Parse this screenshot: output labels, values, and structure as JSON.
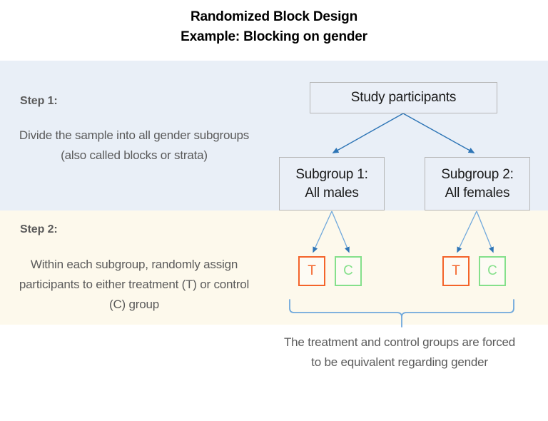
{
  "title": {
    "line1": "Randomized Block Design",
    "line2": "Example: Blocking on gender"
  },
  "steps": [
    {
      "label": "Step 1:",
      "body": "Divide the sample into all gender subgroups (also called blocks or strata)",
      "band_color": "#e9eff7"
    },
    {
      "label": "Step 2:",
      "body": "Within each subgroup, randomly assign participants to either treatment (T) or control (C) group",
      "band_color": "#fdf9ec"
    }
  ],
  "nodes": {
    "root": "Study participants",
    "subgroup1": "Subgroup 1:\nAll males",
    "subgroup2": "Subgroup 2:\nAll females"
  },
  "assignment_boxes": {
    "treatment_label": "T",
    "control_label": "C",
    "treatment_color": "#f4642a",
    "control_color": "#85e08b",
    "left_group": [
      "T",
      "C"
    ],
    "right_group": [
      "T",
      "C"
    ]
  },
  "caption": "The treatment and control groups are forced to be equivalent regarding gender",
  "colors": {
    "arrow": "#2e75b6",
    "brace": "#6fa8dc",
    "box_border": "#b6b6b6",
    "box_fill": "#eaeff7",
    "text_gray": "#5a5a5a",
    "text_dark": "#1a1a1a"
  }
}
